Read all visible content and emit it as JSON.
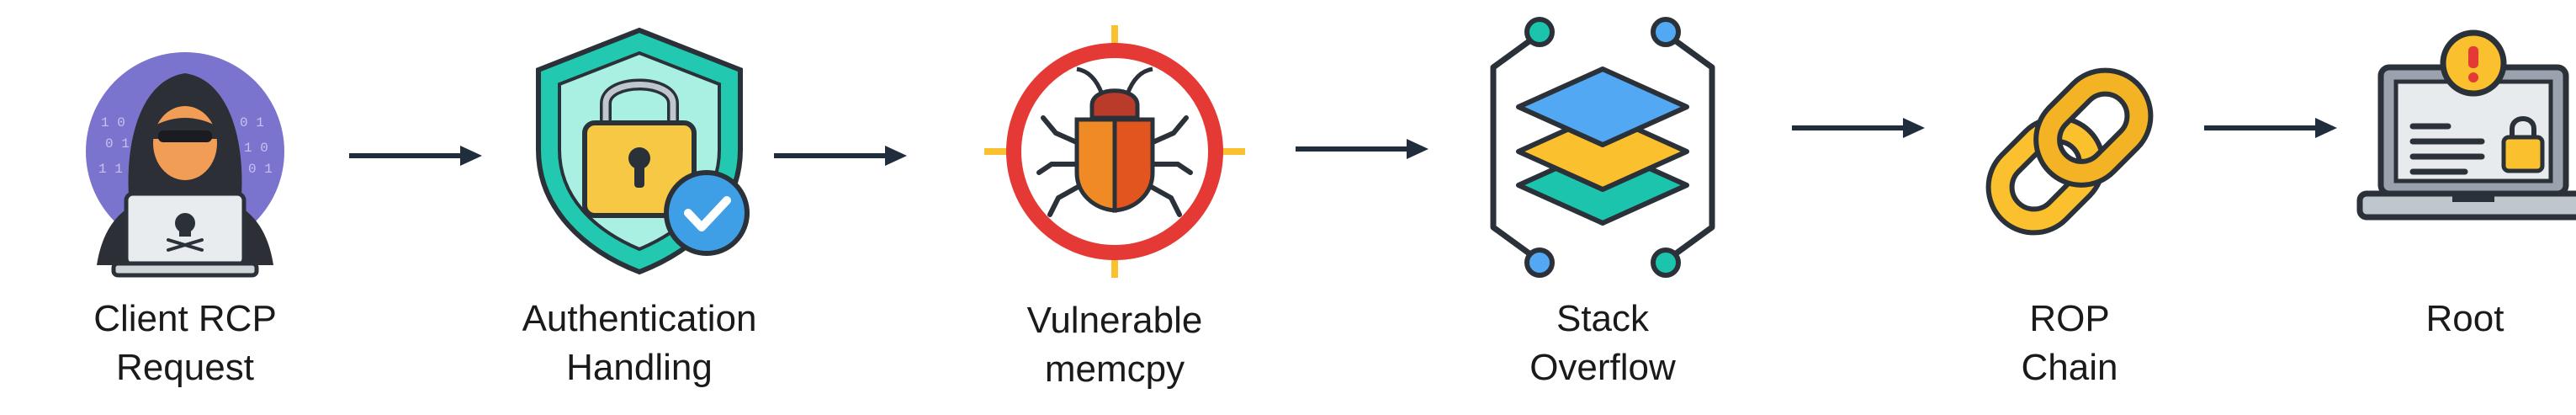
{
  "steps": [
    {
      "id": "client",
      "line1": "Client RCP",
      "line2": "Request",
      "icon": "hacker-laptop-icon"
    },
    {
      "id": "auth",
      "line1": "Authentication",
      "line2": "Handling",
      "icon": "shield-lock-icon"
    },
    {
      "id": "vuln",
      "line1": "Vulnerable",
      "line2": "memcpy",
      "icon": "bug-target-icon"
    },
    {
      "id": "stack",
      "line1": "Stack",
      "line2": "Overflow",
      "icon": "stacked-layers-icon"
    },
    {
      "id": "rop",
      "line1": "ROP",
      "line2": "Chain",
      "icon": "chain-link-icon"
    },
    {
      "id": "root",
      "line1": "Root",
      "line2": "",
      "icon": "compromised-laptop-icon"
    }
  ],
  "colors": {
    "arrow": "#1f2d3d",
    "outline": "#2b3138",
    "shield_teal": "#22c9b0",
    "lock_yellow": "#f6c844",
    "check_blue": "#3f9fe6",
    "target_red": "#e53935",
    "bug_orange": "#f08a24",
    "layer_blue": "#52a8f3",
    "layer_yellow": "#fbc02d",
    "layer_teal": "#1cc4ad",
    "hacker_bg": "#7b74cf"
  }
}
